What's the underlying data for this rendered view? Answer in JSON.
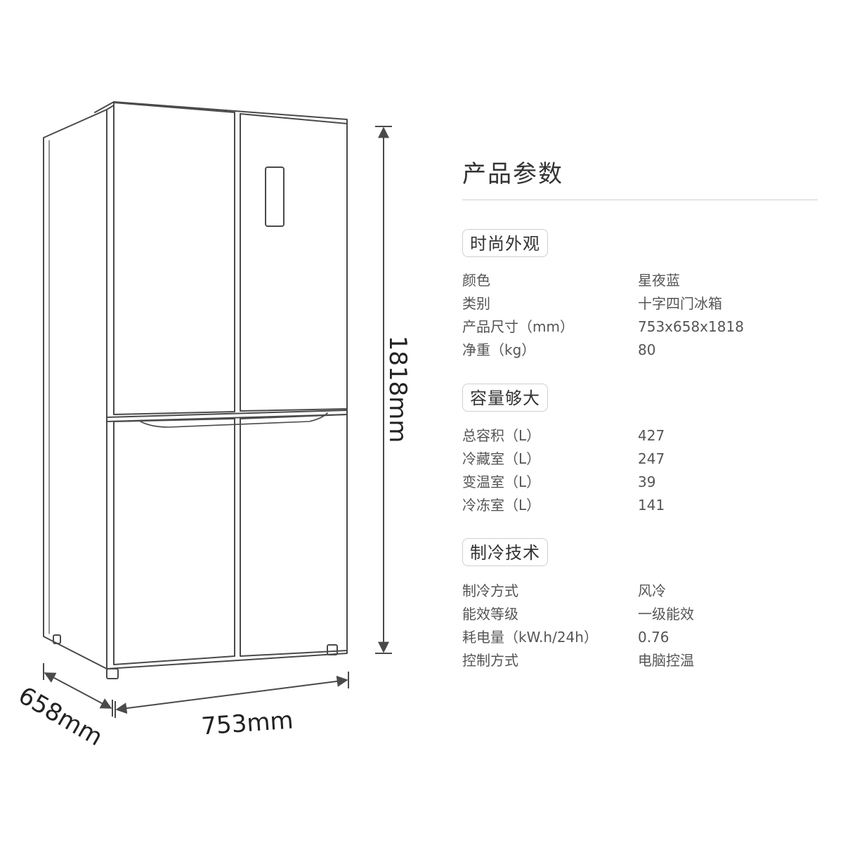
{
  "dimensions": {
    "height_label": "1818mm",
    "width_label": "753mm",
    "depth_label": "658mm"
  },
  "specs": {
    "title": "产品参数",
    "sections": [
      {
        "name": "时尚外观",
        "rows": [
          {
            "label": "颜色",
            "value": "星夜蓝"
          },
          {
            "label": "类别",
            "value": "十字四门冰箱"
          },
          {
            "label": "产品尺寸（mm）",
            "value": "753x658x1818"
          },
          {
            "label": "净重（kg）",
            "value": "80"
          }
        ]
      },
      {
        "name": "容量够大",
        "rows": [
          {
            "label": "总容积（L）",
            "value": "427"
          },
          {
            "label": "冷藏室（L）",
            "value": "247"
          },
          {
            "label": "变温室（L）",
            "value": "39"
          },
          {
            "label": "冷冻室（L）",
            "value": "141"
          }
        ]
      },
      {
        "name": "制冷技术",
        "rows": [
          {
            "label": "制冷方式",
            "value": "风冷"
          },
          {
            "label": "能效等级",
            "value": "一级能效"
          },
          {
            "label": "耗电量（kW.h/24h）",
            "value": "0.76"
          },
          {
            "label": "控制方式",
            "value": "电脑控温"
          }
        ]
      }
    ]
  },
  "colors": {
    "line": "#4a4a4a",
    "text": "#333333",
    "muted": "#555555",
    "rule": "#cfcfcf"
  }
}
